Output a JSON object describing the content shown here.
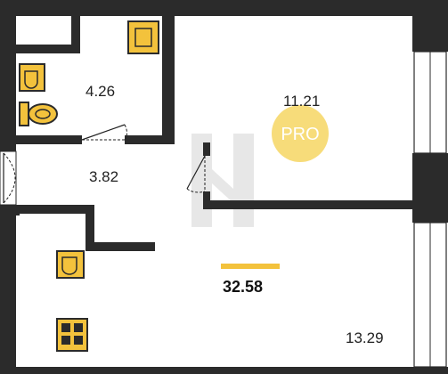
{
  "areas": {
    "bathroom": "4.26",
    "bedroom": "11.21",
    "hallway": "3.82",
    "living": "13.29",
    "total": "32.58"
  },
  "badge": {
    "text": "PRO",
    "color": "#f7dc7a"
  },
  "colors": {
    "wall": "#2b2b2b",
    "fixture": "#f3c23c",
    "accent": "#f3c23c",
    "watermark": "#cccccc"
  },
  "icons": [
    "sink-icon",
    "toilet-icon",
    "shower-icon",
    "kitchen-sink-icon",
    "stove-icon",
    "door-swing-icon",
    "window-icon",
    "watermark-logo"
  ]
}
